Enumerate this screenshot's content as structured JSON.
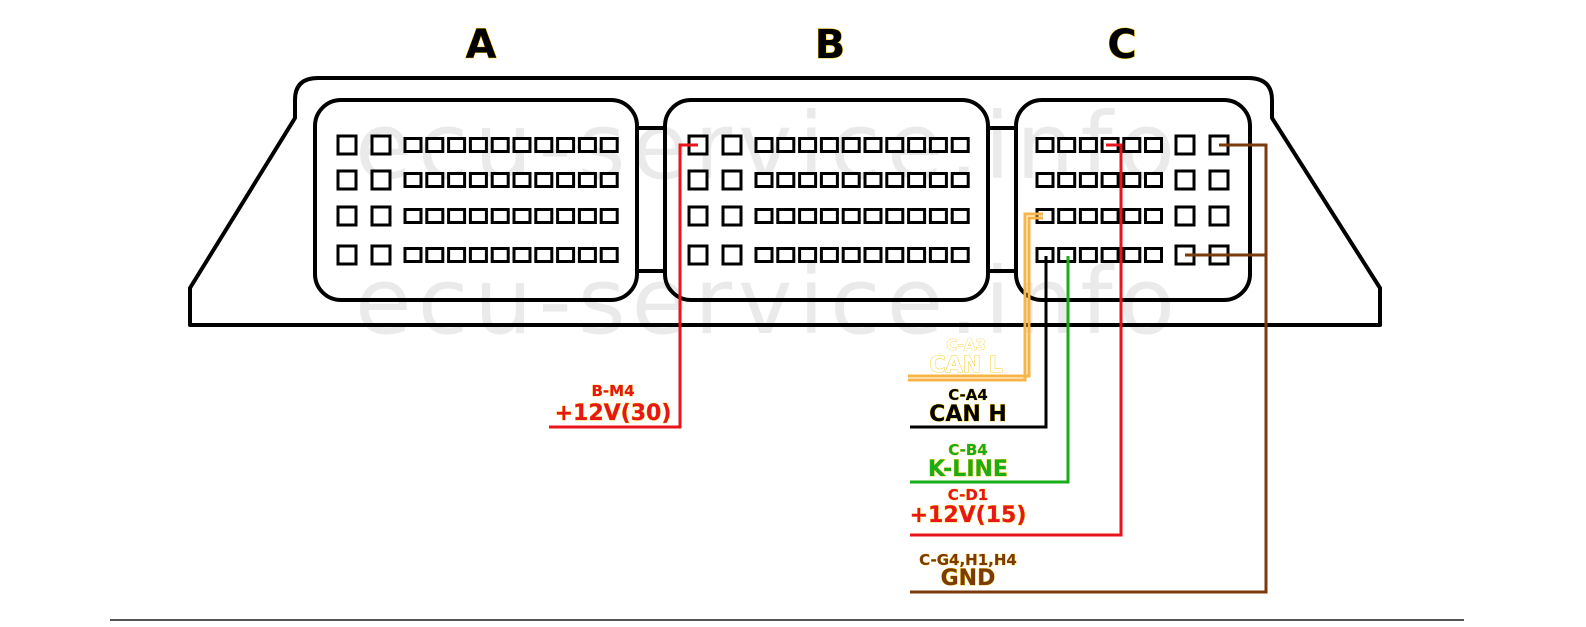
{
  "connectors": [
    {
      "id": "A",
      "label": "A"
    },
    {
      "id": "B",
      "label": "B"
    },
    {
      "id": "C",
      "label": "C"
    }
  ],
  "watermark": "ecu-service.info",
  "colors": {
    "outline": "#000000",
    "red": "#e8161b",
    "black": "#000000",
    "green": "#1aad1a",
    "orange": "#f7b547",
    "brown": "#7a3a0a",
    "label_outline": "#f5c400",
    "footer_rule": "#555555"
  },
  "signals": [
    {
      "key": "plus12v30",
      "pin": "B-M4",
      "name": "+12V(30)",
      "color": "#e8161b"
    },
    {
      "key": "canl",
      "pin": "C-A3",
      "name": "CAN L",
      "color": "#f7b547"
    },
    {
      "key": "canh",
      "pin": "C-A4",
      "name": "CAN H",
      "color": "#000000"
    },
    {
      "key": "kline",
      "pin": "C-B4",
      "name": "K-LINE",
      "color": "#1aad1a"
    },
    {
      "key": "plus12v15",
      "pin": "C-D1",
      "name": "+12V(15)",
      "color": "#e8161b"
    },
    {
      "key": "gnd",
      "pin": "C-G4,H1,H4",
      "name": "GND",
      "color": "#7a3a0a"
    }
  ]
}
